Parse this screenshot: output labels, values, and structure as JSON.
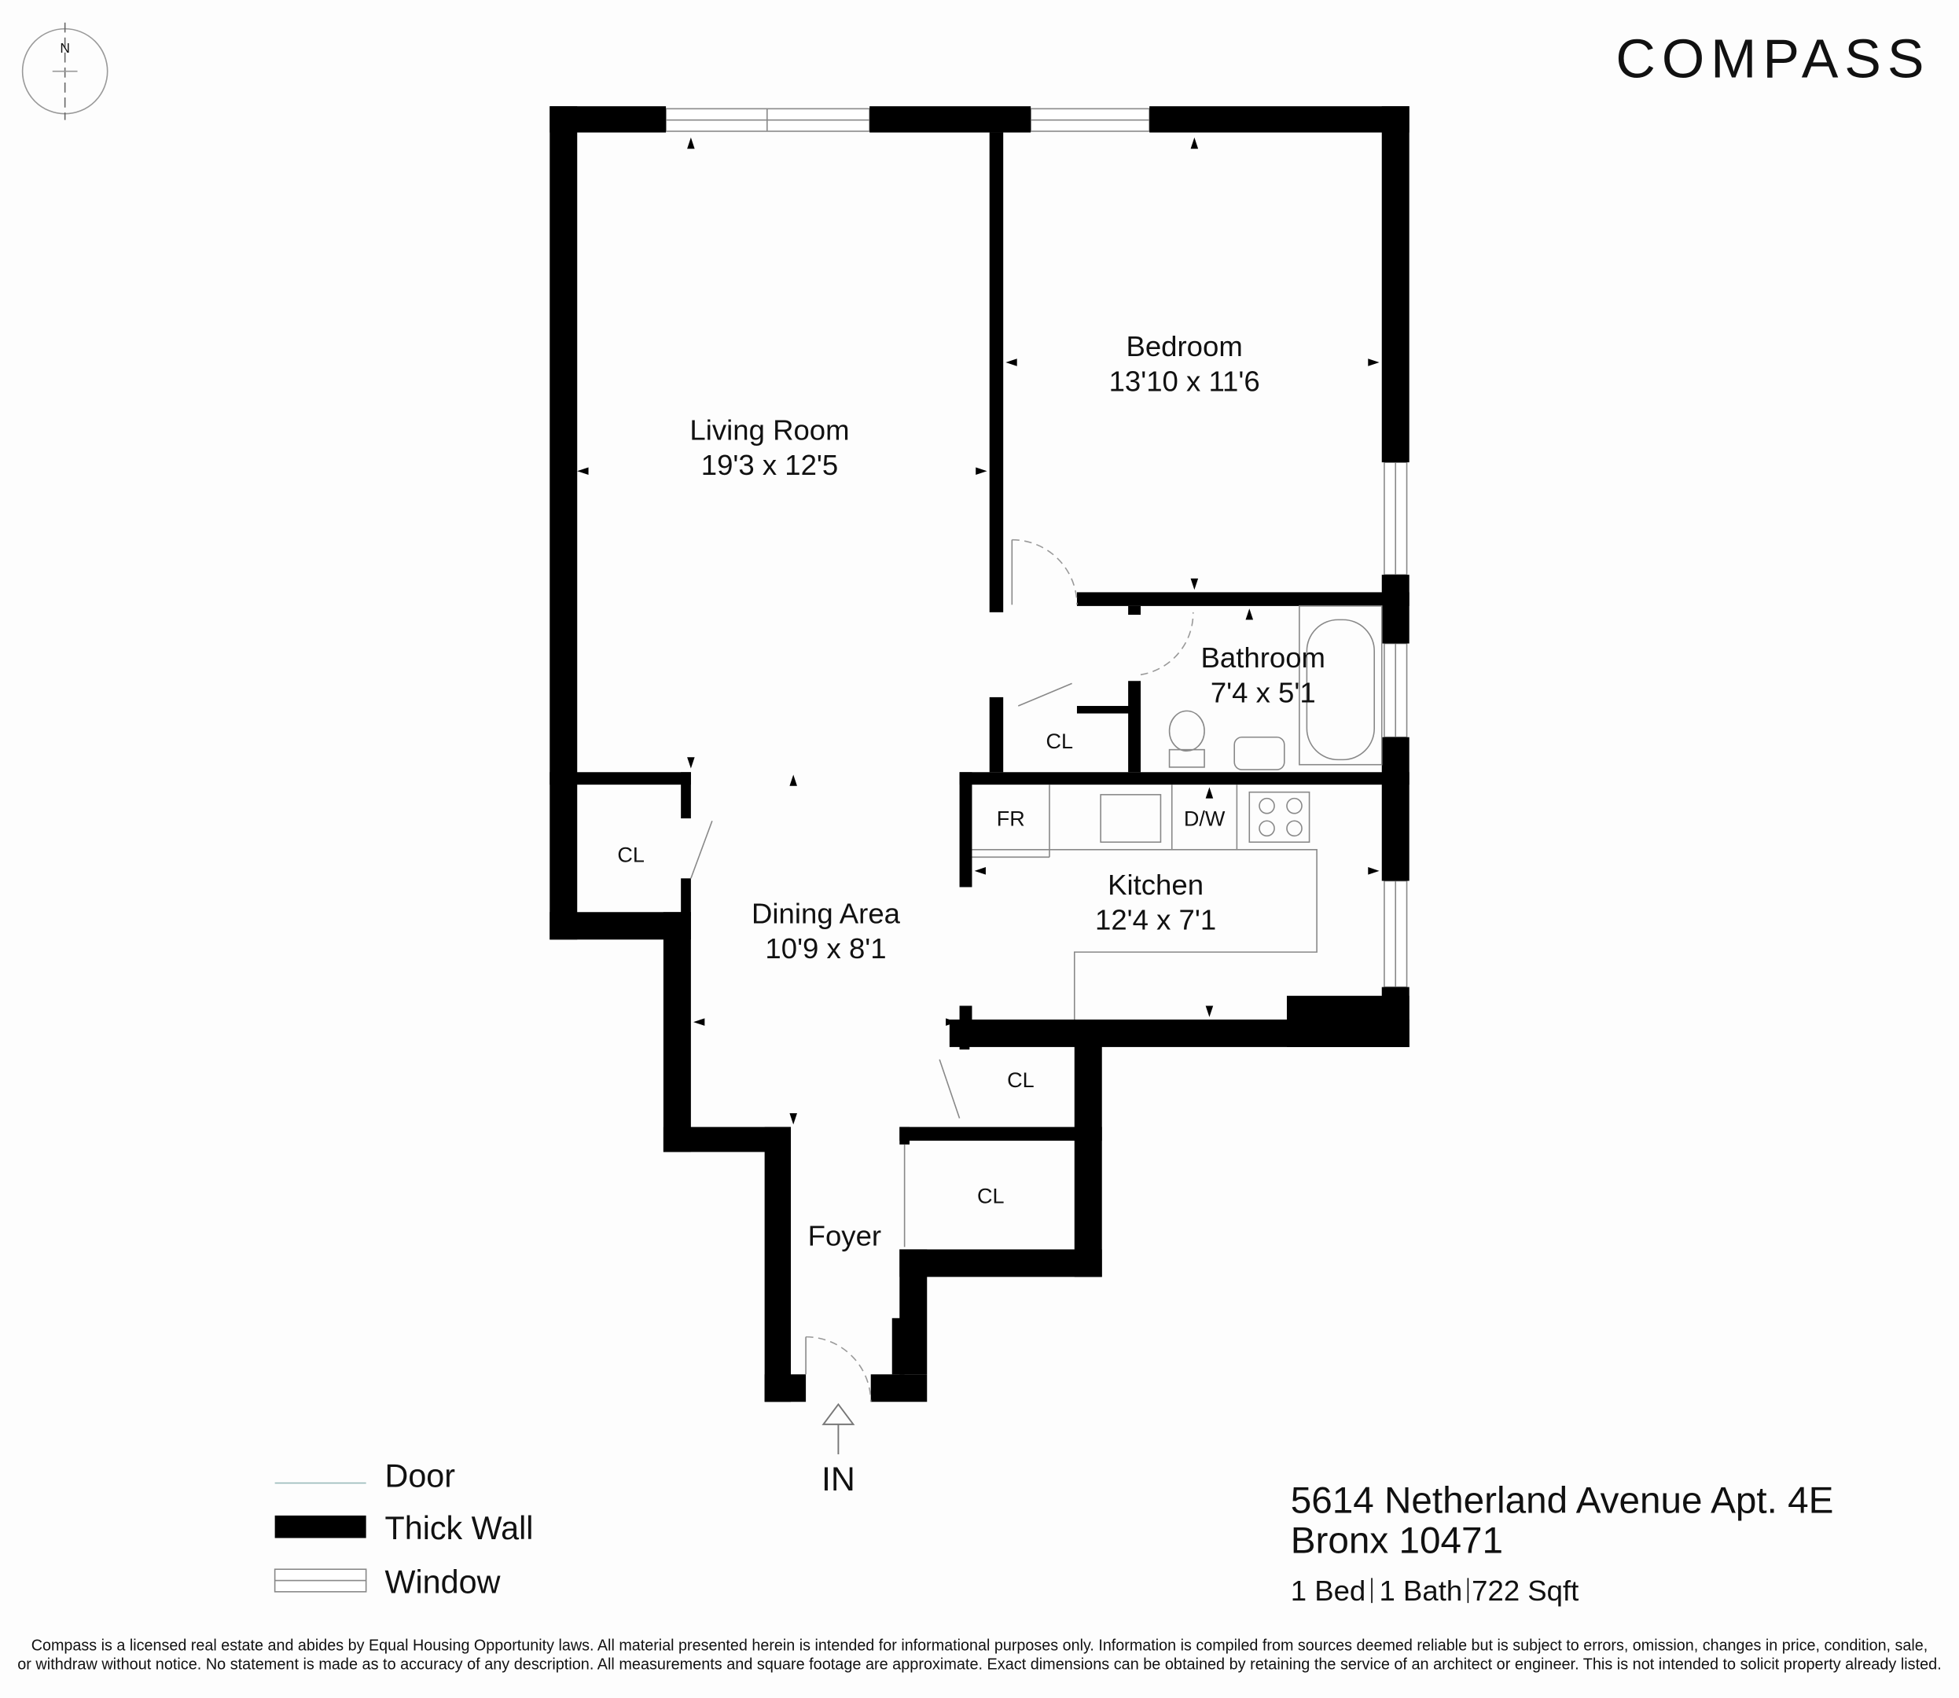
{
  "brand": {
    "logo": "COMPASS"
  },
  "compass_rose": {
    "label": "N"
  },
  "rooms": {
    "living_room": {
      "name": "Living Room",
      "size": "19'3 x 12'5"
    },
    "bedroom": {
      "name": "Bedroom",
      "size": "13'10 x 11'6"
    },
    "bathroom": {
      "name": "Bathroom",
      "size": "7'4 x 5'1"
    },
    "kitchen": {
      "name": "Kitchen",
      "size": "12'4 x 7'1"
    },
    "dining_area": {
      "name": "Dining Area",
      "size": "10'9 x 8'1"
    },
    "foyer": {
      "name": "Foyer"
    },
    "closets": [
      "CL",
      "CL",
      "CL",
      "CL"
    ],
    "fridge": "FR",
    "dishwasher": "D/W"
  },
  "entrance": "IN",
  "legend": {
    "door": "Door",
    "thick_wall": "Thick Wall",
    "window": "Window"
  },
  "listing": {
    "address_line1": "5614 Netherland Avenue Apt. 4E",
    "address_line2": "Bronx 10471",
    "beds": "1 Bed",
    "baths": "1 Bath",
    "sqft": "722 Sqft"
  },
  "disclaimer": {
    "line1": "Compass is a licensed real estate and abides by Equal Housing Opportunity laws. All material presented herein is intended for informational purposes only. Information is compiled from sources deemed reliable but is subject to errors, omission, changes in price, condition, sale,",
    "line2": "or withdraw without notice. No statement is made as to accuracy of any description. All measurements and square footage are approximate. Exact dimensions can be obtained by retaining the service of an architect or engineer. This is not intended to solicit property already listed."
  }
}
